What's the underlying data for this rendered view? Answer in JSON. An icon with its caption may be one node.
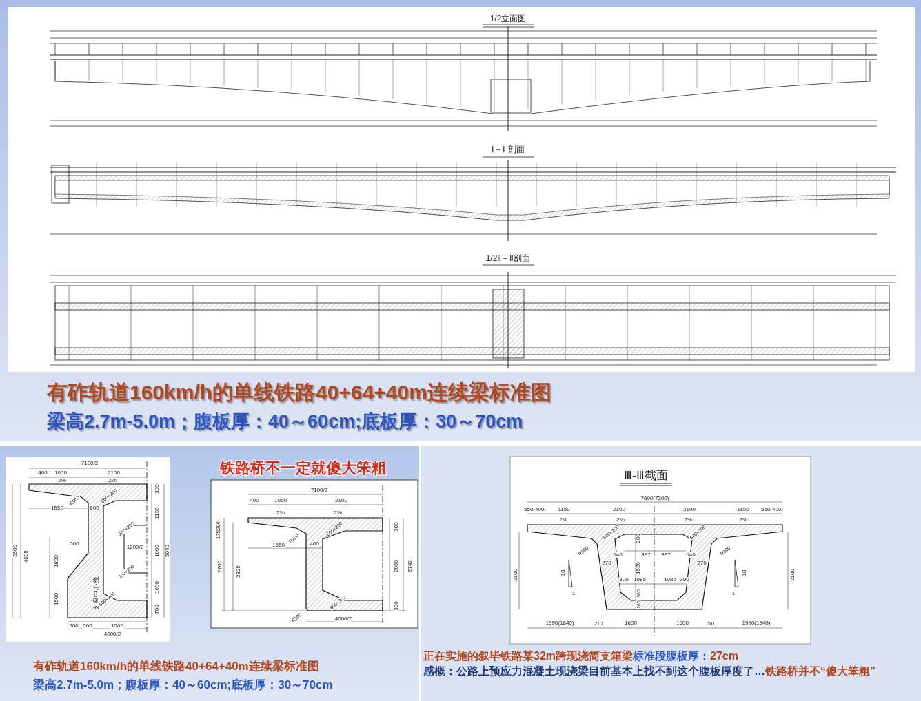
{
  "diagram": {
    "labels": [
      "1/2立面图",
      "Ⅰ－Ⅰ 剖面",
      "1/2Ⅱ－Ⅱ剖面",
      "有砟轨道160km/h的单线铁路40+64+40m连续梁标准图",
      "梁高2.7m-5.0m；腹板厚：40～60cm;底板厚：30～70cm",
      "铁路桥不一定就傻大笨粗",
      "7100/2",
      "400",
      "1050",
      "2100",
      "2%",
      "2%",
      "R500",
      "600×200",
      "1550",
      "600",
      "200×200",
      "1200/2",
      "200×200",
      "500",
      "1800",
      "1500",
      "5300",
      "4835",
      "支座中心线",
      "600×300",
      "350",
      "1150",
      "1600",
      "1600",
      "700",
      "5040",
      "500",
      "500",
      "1500",
      "4000/2",
      "7100/2",
      "400",
      "1050",
      "2100",
      "2%",
      "2%",
      "175|200",
      "R200",
      "600×200",
      "1550",
      "400",
      "2700",
      "2325",
      "380",
      "2050",
      "2742",
      "330",
      "600×300",
      "R100",
      "4000/2",
      "Ⅲ-Ⅲ截面",
      "7600(7300)",
      "550(400)",
      "1150",
      "2100",
      "2100",
      "1150",
      "550(400)",
      "2%",
      "2%",
      "2%",
      "2%",
      "640×200",
      "640×200",
      "R300",
      "R300",
      "200",
      "640",
      "897",
      "897",
      "640",
      "1520",
      "270",
      "270",
      "300",
      "1085",
      "1085",
      "300",
      "300",
      "260",
      "2100",
      "2100",
      "10",
      "1",
      "10",
      "1",
      "1990(1840)",
      "210",
      "1600",
      "1600",
      "210",
      "1990(1840)",
      "有砟轨道160km/h的单线铁路40+64+40m连续梁标准图",
      "梁高2.7m-5.0m；腹板厚：40～60cm;底板厚：30～70cm",
      "正在实施的叙毕铁路某32m跨现浇简支箱梁",
      "标准段腹板厚：",
      "27cm",
      "感概：公路上预应力混凝土现浇梁目前基本上找不到这个腹板厚度了…",
      "铁路桥并不“傻大笨粗”"
    ]
  }
}
